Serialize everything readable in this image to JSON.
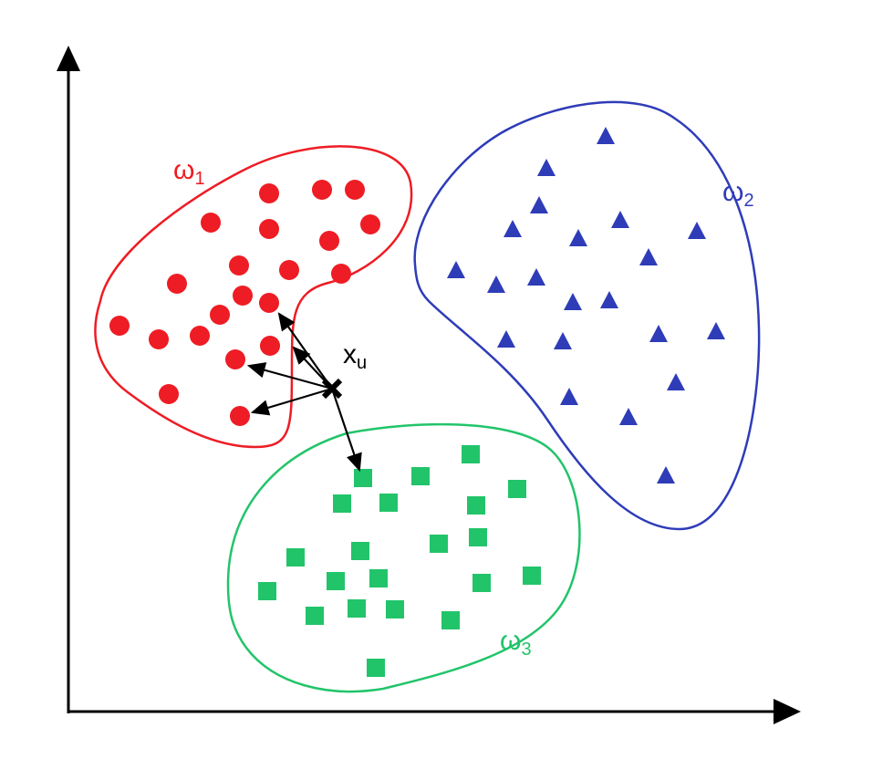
{
  "colors": {
    "class1": "#ee1c24",
    "class2": "#2e3cb8",
    "class3": "#22c46a",
    "axis": "#000000"
  },
  "labels": {
    "class1": {
      "symbol": "ω",
      "sub": "1"
    },
    "class2": {
      "symbol": "ω",
      "sub": "2"
    },
    "class3": {
      "symbol": "ω",
      "sub": "3"
    },
    "query": {
      "symbol": "x",
      "sub": "u"
    }
  },
  "icons": {
    "class1_marker": "circle",
    "class2_marker": "triangle",
    "class3_marker": "square",
    "query_marker": "cross"
  }
}
